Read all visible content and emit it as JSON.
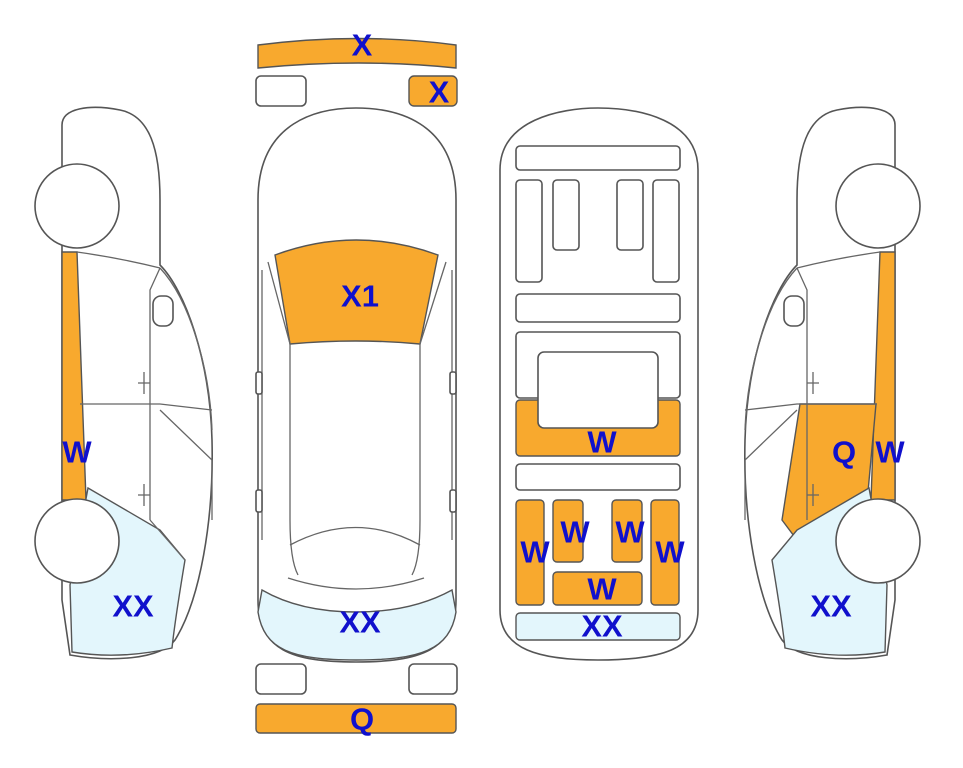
{
  "colors": {
    "primer": "#F8A92E",
    "light_blue": "#E3F6FC",
    "outline": "#555555",
    "label": "#1010CC"
  },
  "labels": {
    "roof_strip": "X",
    "roof_small": "X",
    "hood": "X1",
    "rear_panel": "XX",
    "rear_bumper": "Q",
    "left_pillar": "W",
    "left_rear": "XX",
    "right_door": "Q",
    "right_pillar": "W",
    "right_rear": "XX",
    "floor_center": "W",
    "floor_left_outer": "W",
    "floor_left_inner": "W",
    "floor_right_inner": "W",
    "floor_right_outer": "W",
    "floor_bottom_center": "W",
    "floor_rear": "XX"
  }
}
